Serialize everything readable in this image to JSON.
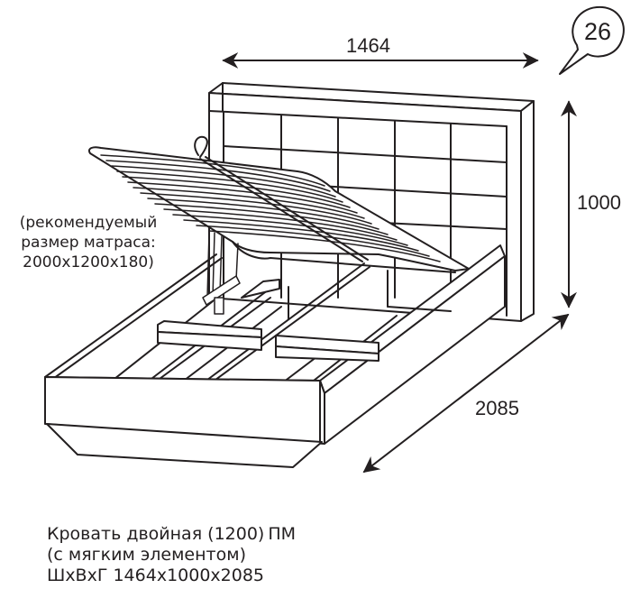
{
  "drawing": {
    "item_number": "26",
    "dimensions": {
      "width": "1464",
      "height": "1000",
      "depth": "2085"
    },
    "mattress_note": {
      "line1": "(рекомендуемый",
      "line2": "размер матраса:",
      "line3": "2000х1200х180)"
    },
    "caption": {
      "line1_name": "Кровать двойная (1200)",
      "line1_code": "ПМ",
      "line2": "(с мягким элементом)",
      "line3": "ШхВхГ 1464х1000х2085"
    },
    "colors": {
      "line": "#231f20",
      "background": "#ffffff"
    }
  }
}
